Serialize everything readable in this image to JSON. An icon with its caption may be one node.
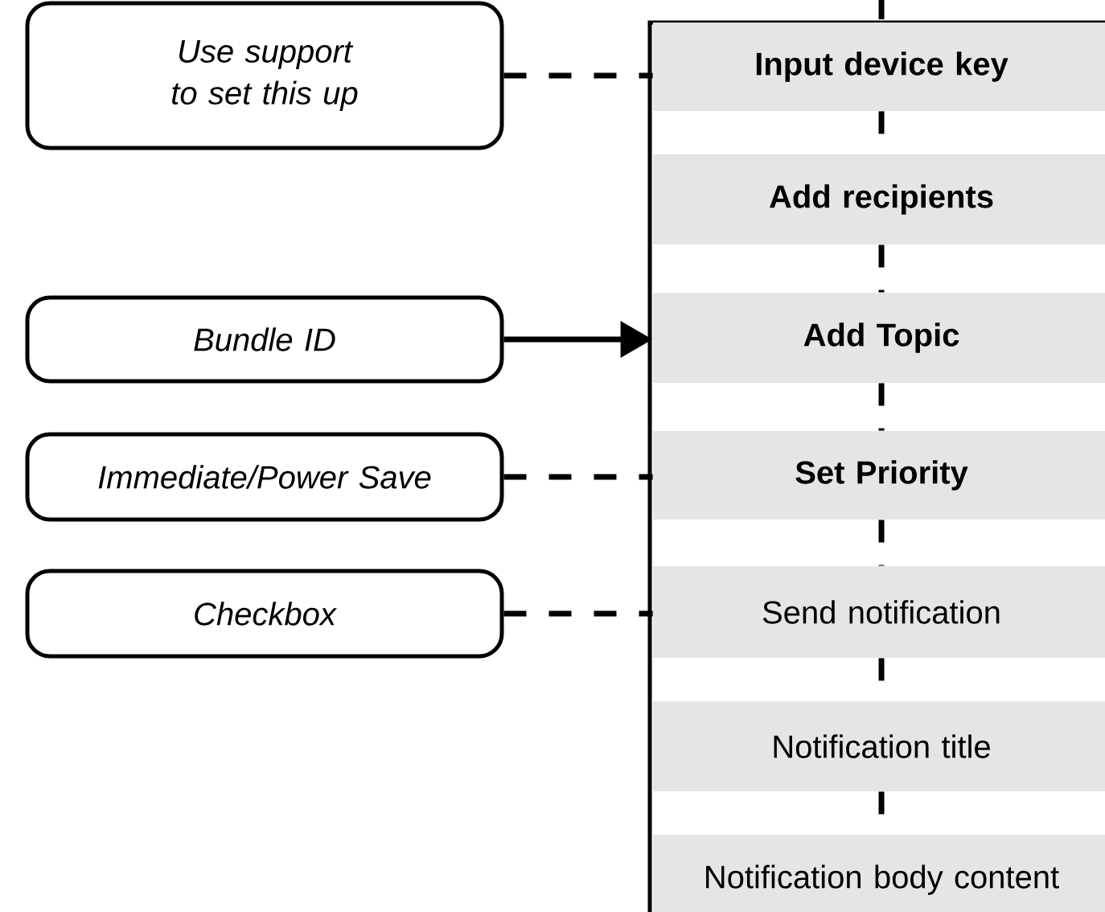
{
  "diagram": {
    "nodes": [
      {
        "text": [
          "Use support to set this up"
        ]
      },
      {
        "text": [],
        "shape": "box"
      },
      {
        "text": [
          "Input device key"
        ],
        "in": 1
      },
      {
        "text": [
          "Add recipients"
        ],
        "in": 1
      },
      {
        "text": [
          "Add Topic"
        ],
        "in": 1
      },
      {
        "text": [
          "Set Priority"
        ],
        "in": 1
      },
      {
        "text": [
          "Send notification"
        ],
        "in": 1
      },
      {
        "text": [
          "Notification title"
        ],
        "in": 1
      },
      {
        "text": [
          "Notification body content"
        ],
        "in": 1
      },
      {
        "text": [
          "Bundle ID"
        ]
      },
      {
        "text": [
          "Immediate/Power Save"
        ]
      },
      {
        "text": [
          "Checkbox"
        ]
      }
    ],
    "edges": [
      {
        "from": null,
        "to": 1,
        "arrow": "none",
        "style": "dashed"
      },
      {
        "from": 0,
        "to": 2,
        "arrow": "none",
        "style": "dashed"
      },
      {
        "from": 2,
        "to": 3,
        "arrow": "none",
        "style": "dashed"
      },
      {
        "from": 3,
        "to": 4,
        "arrow": "none",
        "style": "dashed"
      },
      {
        "from": 4,
        "to": 5,
        "arrow": "none",
        "style": "dashed"
      },
      {
        "from": 5,
        "to": 6,
        "arrow": "none",
        "style": "dashed"
      },
      {
        "from": 6,
        "to": 7,
        "arrow": "none",
        "style": "dashed"
      },
      {
        "from": 7,
        "to": 8,
        "arrow": "none",
        "style": "dashed"
      },
      {
        "from": 9,
        "to": 4,
        "arrow": "to"
      },
      {
        "from": 10,
        "to": 5,
        "arrow": "none",
        "style": "dashed"
      },
      {
        "from": 11,
        "to": 6,
        "arrow": "none",
        "style": "dashed"
      }
    ]
  }
}
